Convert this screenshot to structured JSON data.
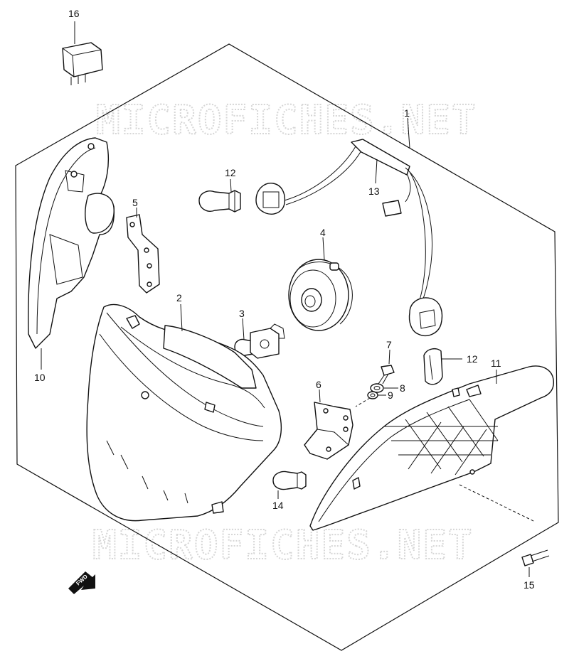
{
  "watermark_text": "MICROFICHES.NET",
  "fwd_label": "FWD",
  "callouts": {
    "p1": "1",
    "p2": "2",
    "p3": "3",
    "p4": "4",
    "p5": "5",
    "p6": "6",
    "p7": "7",
    "p8": "8",
    "p9": "9",
    "p10": "10",
    "p11": "11",
    "p12a": "12",
    "p12b": "12",
    "p13": "13",
    "p14": "14",
    "p15": "15",
    "p16": "16"
  },
  "icons": [
    "relay",
    "housing",
    "bulb",
    "socket",
    "bracket",
    "screw",
    "washer",
    "lens",
    "harness",
    "fwd-arrow"
  ]
}
